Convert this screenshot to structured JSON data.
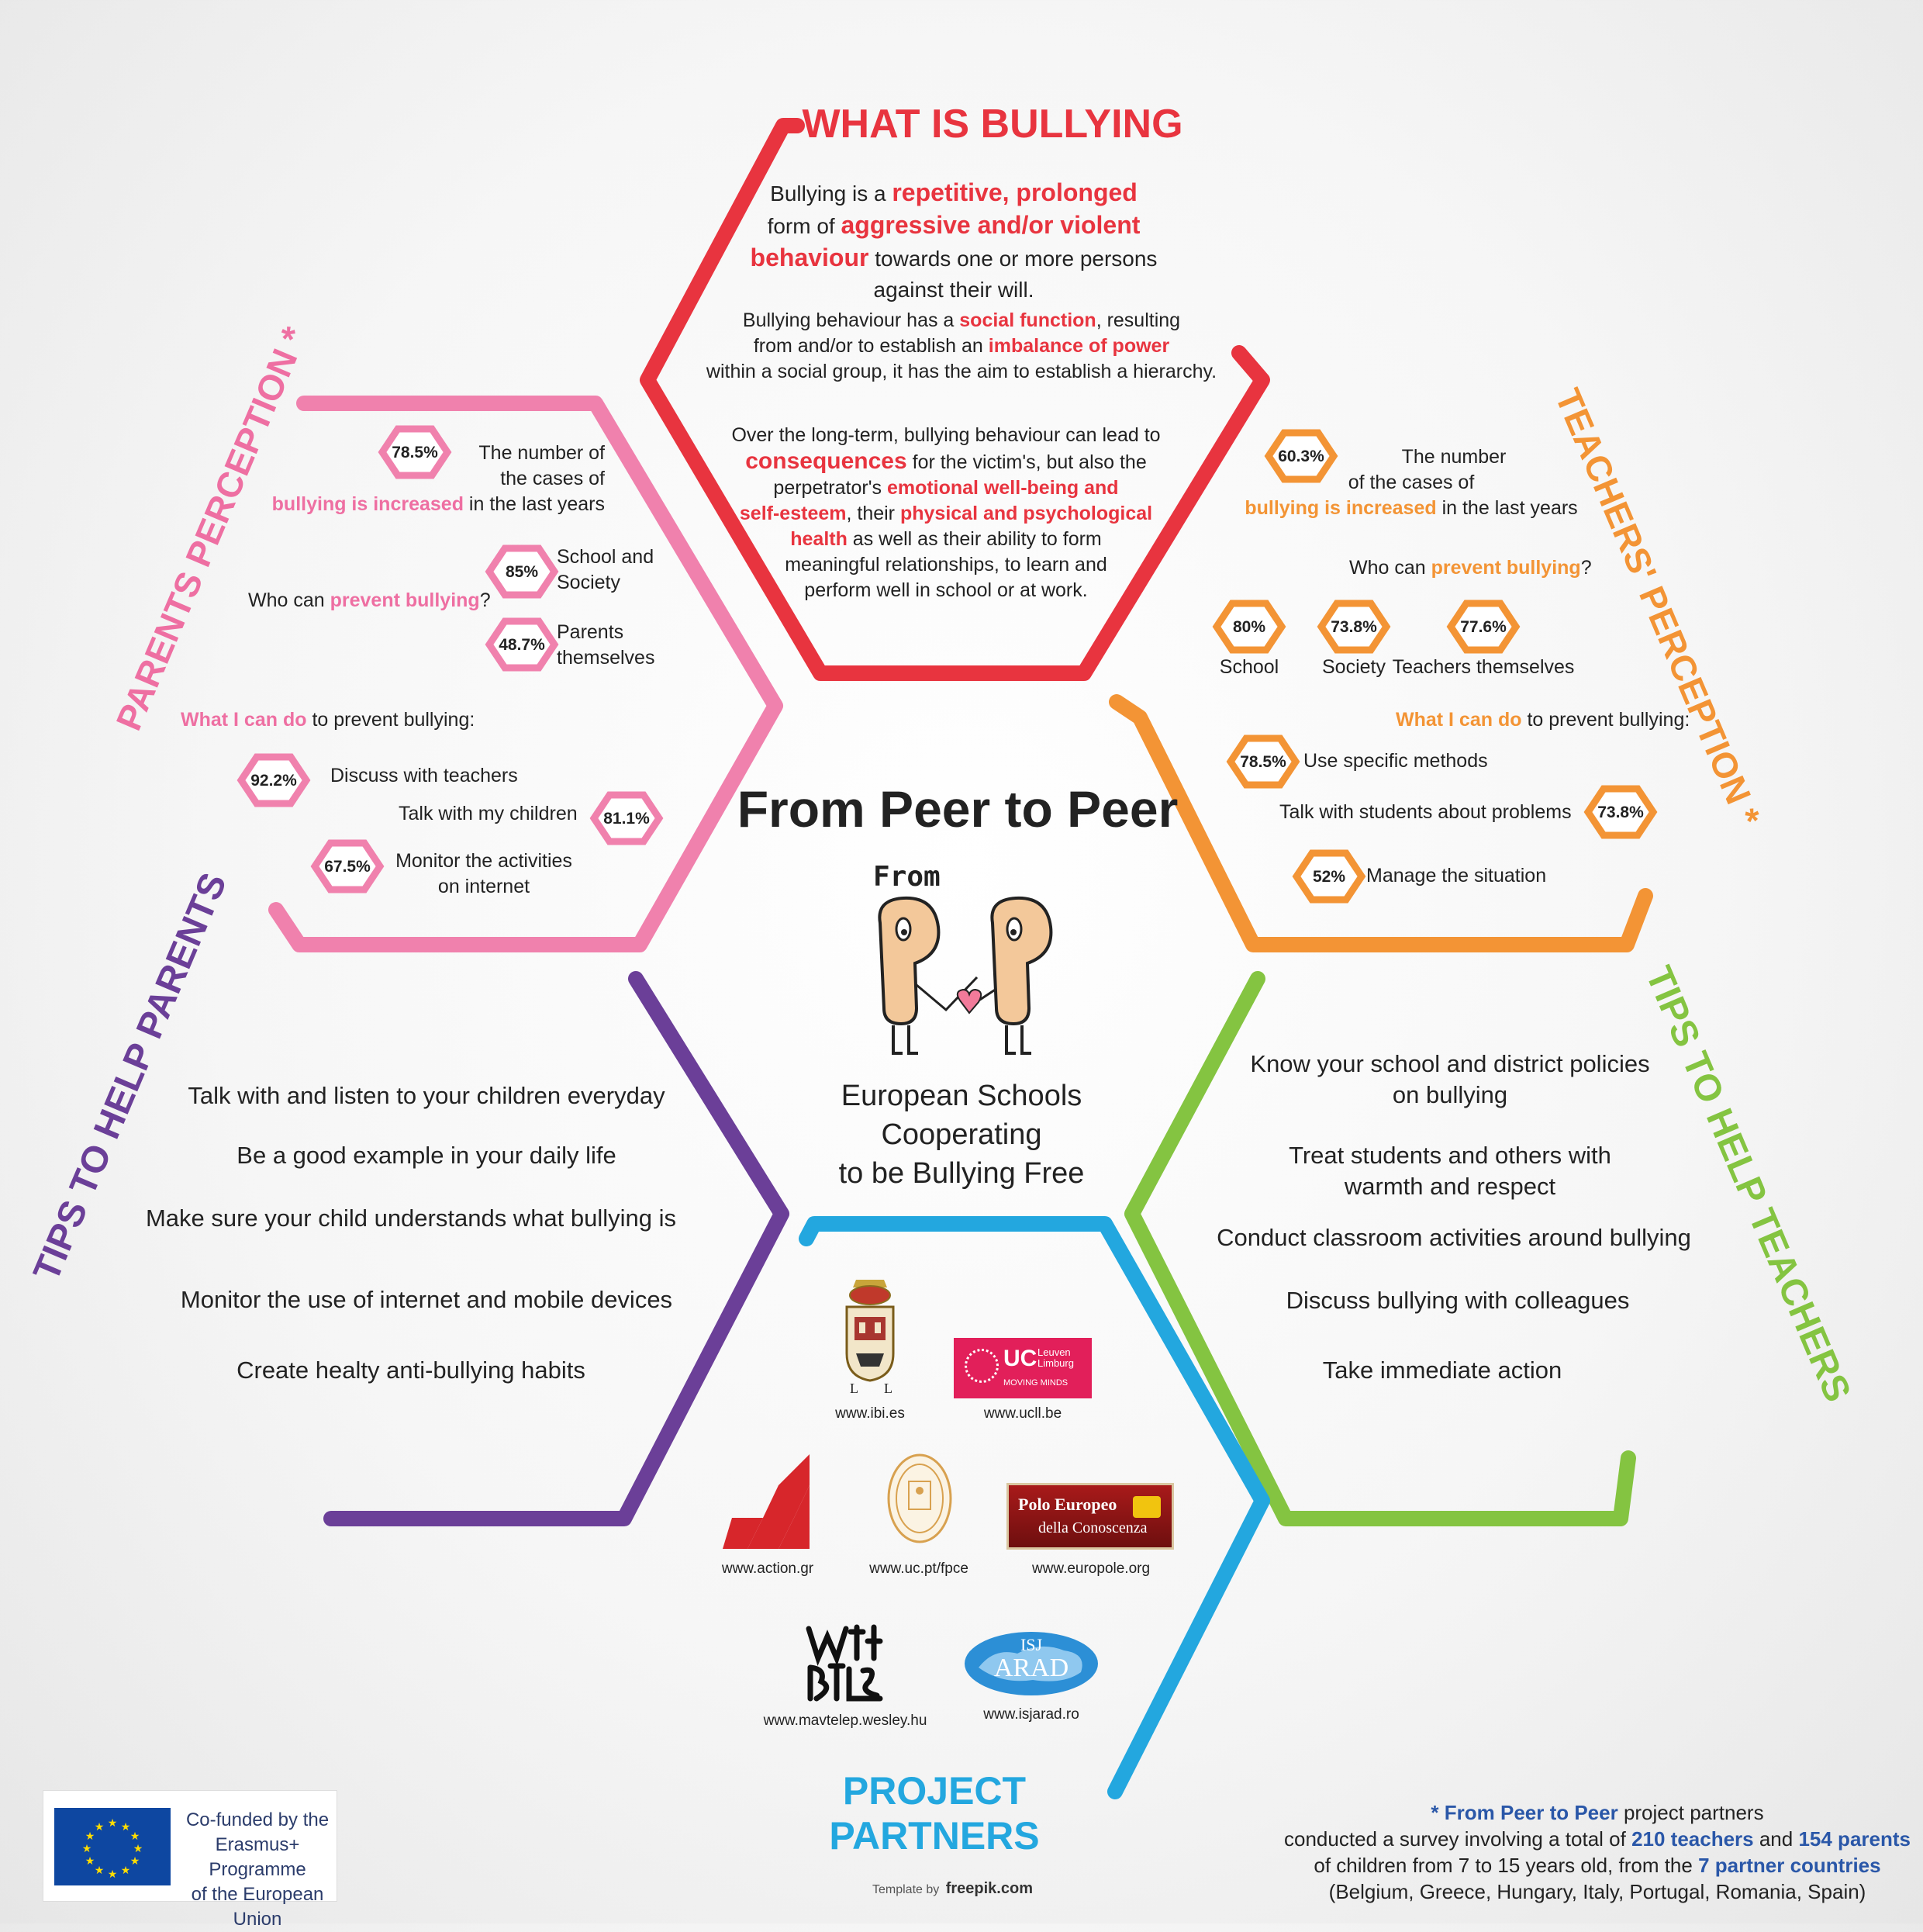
{
  "what_is_bullying": {
    "title": "WHAT IS BULLYING",
    "p1_a": "Bullying is a ",
    "p1_b": "repetitive, prolonged",
    "p1_c": "form of ",
    "p1_d": "aggressive and/or violent",
    "p1_e": "behaviour",
    "p1_f": " towards one or more persons",
    "p1_g": "against their will.",
    "p2_a": "Bullying behaviour has a ",
    "p2_b": "social function",
    "p2_c": ", resulting",
    "p2_d": "from and/or to establish an ",
    "p2_e": "imbalance of power",
    "p2_f": "within a social group, it has the aim to establish a hierarchy.",
    "p3_a": "Over the long-term, bullying behaviour can lead to",
    "p3_b": "consequences",
    "p3_c": " for the victim's, but also the",
    "p3_d": "perpetrator's ",
    "p3_e": "emotional well-being  and",
    "p3_f": "self-esteem",
    "p3_g": ", their ",
    "p3_h": "physical and psychological",
    "p3_i": "health",
    "p3_j": " as well as  their ability to form",
    "p3_k": "meaningful relationships, to learn and",
    "p3_l": "perform well in school or at work."
  },
  "parents": {
    "title": "PARENTS PERCEPTION *",
    "stat1_pct": "78.5%",
    "stat1_l1": "The number of",
    "stat1_l2": "the cases of",
    "stat1_hl": "bullying is increased",
    "stat1_l3": " in the last years",
    "prevent_q_a": "Who can ",
    "prevent_q_hl": "prevent bullying",
    "prevent_q_b": "?",
    "who1_pct": "85%",
    "who1_l1": "School and",
    "who1_l2": "Society",
    "who2_pct": "48.7%",
    "who2_l1": "Parents",
    "who2_l2": "themselves",
    "cando_hl": "What I can do",
    "cando_rest": " to prevent bullying:",
    "do1_pct": "92.2%",
    "do1_label": "Discuss with teachers",
    "do2_pct": "81.1%",
    "do2_label": "Talk with my children",
    "do3_pct": "67.5%",
    "do3_l1": "Monitor the activities",
    "do3_l2": "on internet"
  },
  "teachers": {
    "title": "TEACHERS' PERCEPTION *",
    "stat1_pct": "60.3%",
    "stat1_l1": "The number",
    "stat1_l2": "of the cases of",
    "stat1_hl": "bullying is increased",
    "stat1_l3": " in the last years",
    "prevent_q_a": "Who can ",
    "prevent_q_hl": "prevent bullying",
    "prevent_q_b": "?",
    "who1_pct": "80%",
    "who1_label": "School",
    "who2_pct": "73.8%",
    "who2_label": "Society",
    "who3_pct": "77.6%",
    "who3_label": "Teachers themselves",
    "cando_hl": "What I can do",
    "cando_rest": " to prevent bullying:",
    "do1_pct": "78.5%",
    "do1_label": "Use specific methods",
    "do2_pct": "73.8%",
    "do2_label": "Talk with students about problems",
    "do3_pct": "52%",
    "do3_label": "Manage the situation"
  },
  "center": {
    "title": "From Peer to Peer",
    "logo_from": "From",
    "subtitle_l1": "European Schools",
    "subtitle_l2": "Cooperating",
    "subtitle_l3": "to be Bullying Free"
  },
  "tips_parents": {
    "title": "TIPS TO HELP PARENTS",
    "items": [
      "Talk with and listen to your children everyday",
      "Be a good example in your daily life",
      "Make sure your child understands what bullying is",
      "Monitor the use of internet and mobile devices",
      "Create healty anti-bullying habits"
    ]
  },
  "tips_teachers": {
    "title": "TIPS TO HELP TEACHERS",
    "item1_l1": "Know your school and district policies",
    "item1_l2": "on bullying",
    "item2_l1": "Treat students and others with",
    "item2_l2": "warmth and respect",
    "item3": "Conduct classroom activities around bullying",
    "item4": "Discuss bullying with colleagues",
    "item5": "Take immediate action"
  },
  "partners": {
    "title": "PROJECT PARTNERS",
    "ucll_logo_text": "UC",
    "ucll_logo_small1": "Leuven",
    "ucll_logo_small2": "Limburg",
    "ucll_logo_tagline": "MOVING MINDS",
    "polo_line1": "Polo Europeo",
    "polo_line2": "della Conoscenza",
    "isj_line1": "ISJ",
    "isj_line2": "ARAD",
    "urls": {
      "ibi": "www.ibi.es",
      "ucll": "www.ucll.be",
      "action": "www.action.gr",
      "ucpt": "www.uc.pt/fpce",
      "europole": "www.europole.org",
      "mavtelep": "www.mavtelep.wesley.hu",
      "isjarad": "www.isjarad.ro"
    }
  },
  "footer": {
    "eu_l1": "Co-funded by the",
    "eu_l2": "Erasmus+ Programme",
    "eu_l3": "of the European Union",
    "template_a": "Template by",
    "template_b": "freepik.com",
    "note_star": "* From Peer to Peer",
    "note_a": " project partners",
    "note_b": "conducted a survey involving  a total of ",
    "note_teachers": "210 teachers",
    "note_c": " and ",
    "note_parents": "154 parents",
    "note_d": "of children from 7 to 15 years old, from the ",
    "note_countries": "7 partner countries",
    "note_e": "(Belgium, Greece, Hungary, Italy,  Portugal, Romania, Spain)"
  },
  "colors": {
    "red": "#e8343f",
    "pink": "#ee6fa2",
    "orange": "#f39435",
    "purple": "#6b3f98",
    "green": "#84c441",
    "blue": "#23a7df",
    "navy": "#2a57a8"
  }
}
